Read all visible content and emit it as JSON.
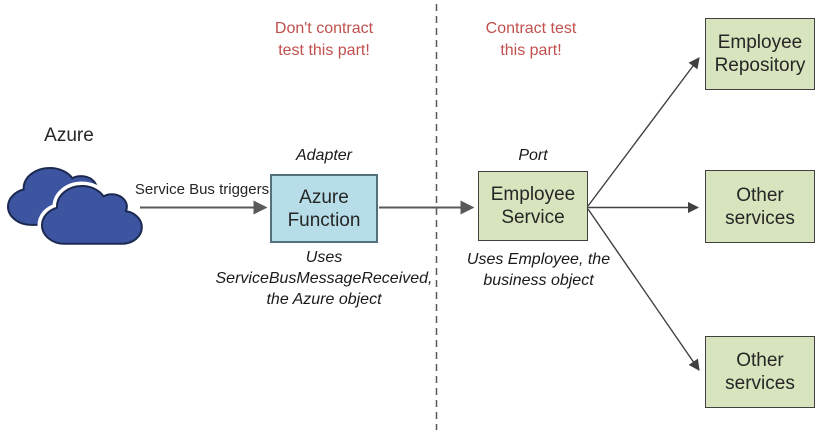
{
  "colors": {
    "cloud_fill": "#3D55A0",
    "cloud_stroke": "#1C2951",
    "adapter_fill": "#B7DEE8",
    "adapter_stroke": "#54707C",
    "port_fill": "#D7E4BD",
    "port_stroke": "#404040",
    "annotation_red": "#C0504D",
    "arrow_gray": "#595959",
    "line_dark": "#404040"
  },
  "annotations": {
    "left": "Don't contract\ntest this part!",
    "right": "Contract test\nthis part!"
  },
  "azure": {
    "label": "Azure",
    "cloud_icon": "azure-cloud-icon"
  },
  "flow": {
    "trigger_label": "Service Bus triggers"
  },
  "adapter": {
    "role": "Adapter",
    "box_label": "Azure\nFunction",
    "note": "Uses\nServiceBusMessageReceived,\nthe Azure object"
  },
  "port": {
    "role": "Port",
    "box_label": "Employee\nService",
    "note": "Uses Employee, the\nbusiness object"
  },
  "targets": [
    {
      "label": "Employee\nRepository"
    },
    {
      "label": "Other\nservices"
    },
    {
      "label": "Other\nservices"
    }
  ]
}
